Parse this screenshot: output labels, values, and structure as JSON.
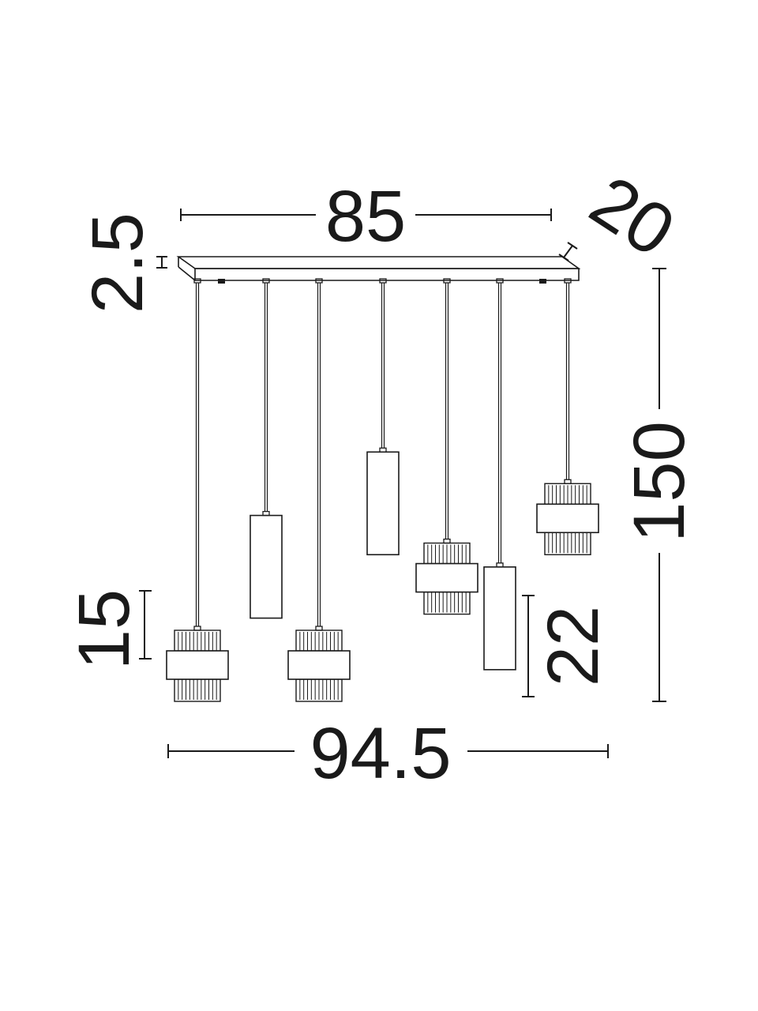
{
  "dimensions": {
    "canopy_length": "85",
    "canopy_depth": "20",
    "canopy_height": "2.5",
    "overall_height": "150",
    "ribbed_shade_height": "15",
    "cylinder_shade_height": "22",
    "overall_width": "94.5"
  },
  "pendants": [
    {
      "shade": "ribbed",
      "drop": 1.0
    },
    {
      "shade": "cylinder",
      "drop": 0.79
    },
    {
      "shade": "ribbed",
      "drop": 1.0
    },
    {
      "shade": "cylinder",
      "drop": 0.63
    },
    {
      "shade": "ribbed",
      "drop": 0.78
    },
    {
      "shade": "cylinder",
      "drop": 0.92
    },
    {
      "shade": "ribbed",
      "drop": 0.63
    }
  ],
  "colors": {
    "stroke": "#1a1a1a",
    "background": "#ffffff"
  }
}
